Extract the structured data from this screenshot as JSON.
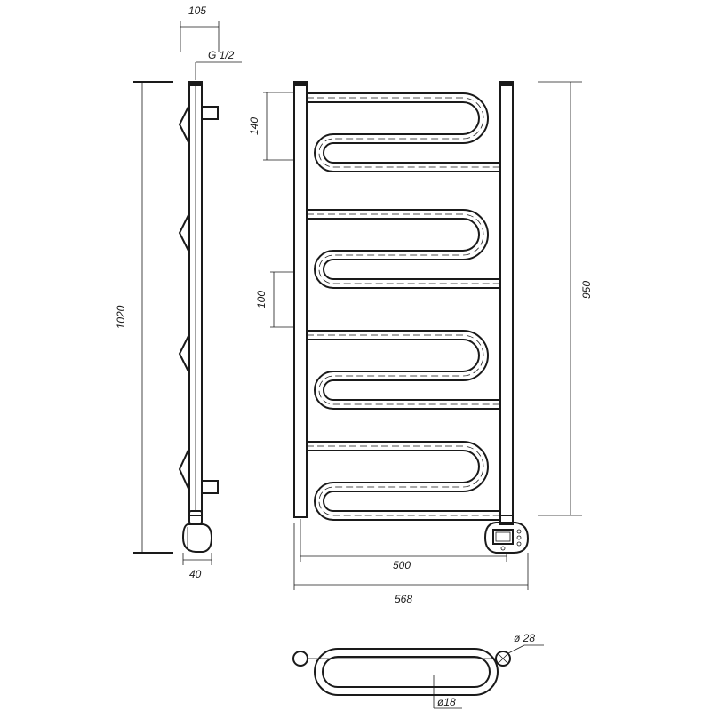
{
  "dimensions": {
    "side_depth": "105",
    "connection_thread": "G 1/2",
    "top_section_spacing": "140",
    "section_gap": "100",
    "overall_height": "1020",
    "connection_height": "950",
    "connection_width": "500",
    "overall_width": "568",
    "controller_depth": "40",
    "riser_diameter": "ø 28",
    "bar_diameter": "ø18"
  },
  "colors": {
    "line": "#1a1a1a",
    "background": "#ffffff"
  }
}
